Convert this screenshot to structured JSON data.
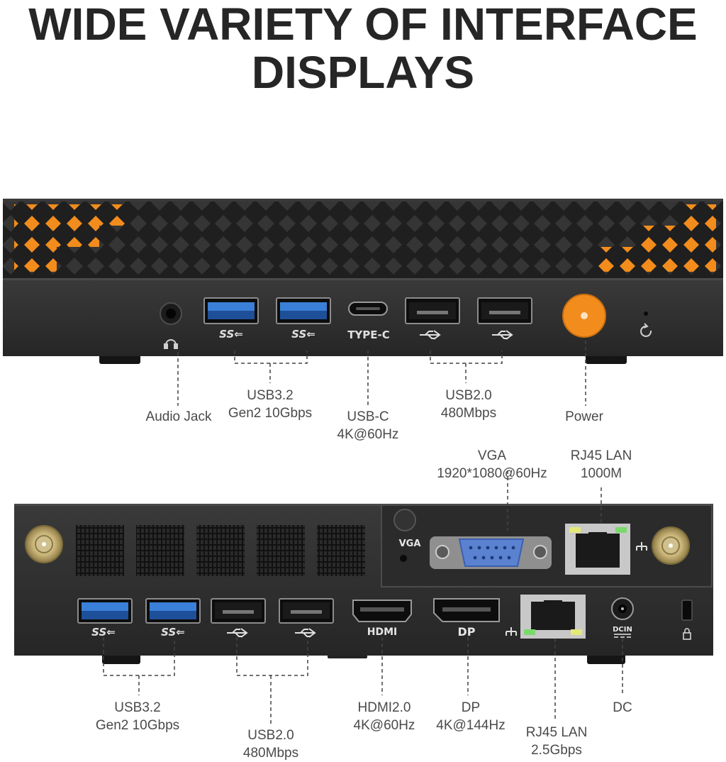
{
  "title": {
    "line1": "WIDE VARIETY OF INTERFACE",
    "line2": "DISPLAYS"
  },
  "front_panel": {
    "port_marks": {
      "ss1": "SS⇐",
      "ss2": "SS⇐",
      "typec": "TYPE-C"
    },
    "labels": {
      "audio": [
        "Audio Jack"
      ],
      "usb32": [
        "USB3.2",
        "Gen2 10Gbps"
      ],
      "usbc": [
        "USB-C",
        "4K@60Hz"
      ],
      "usb20": [
        "USB2.0",
        "480Mbps"
      ],
      "power": [
        "Power"
      ]
    }
  },
  "rear_panel": {
    "port_marks": {
      "vga": "VGA",
      "ss1": "SS⇐",
      "ss2": "SS⇐",
      "hdmi": "HDMI",
      "dp": "DP",
      "dcin": "DCIN"
    },
    "labels": {
      "vga": [
        "VGA",
        "1920*1080@60Hz"
      ],
      "rj45_1000": [
        "RJ45 LAN",
        "1000M"
      ],
      "usb32": [
        "USB3.2",
        "Gen2 10Gbps"
      ],
      "usb20": [
        "USB2.0",
        "480Mbps"
      ],
      "hdmi": [
        "HDMI2.0",
        "4K@60Hz"
      ],
      "dp": [
        "DP",
        "4K@144Hz"
      ],
      "rj45_25": [
        "RJ45 LAN",
        "2.5Gbps"
      ],
      "dc": [
        "DC"
      ]
    }
  },
  "colors": {
    "chassis": "#2e2e2e",
    "accent_orange": "#f28c1c",
    "usb3_blue": "#3a7fd8",
    "vga_blue": "#5a82d0",
    "label_text": "#4a4a4a",
    "title_text": "#262626"
  }
}
